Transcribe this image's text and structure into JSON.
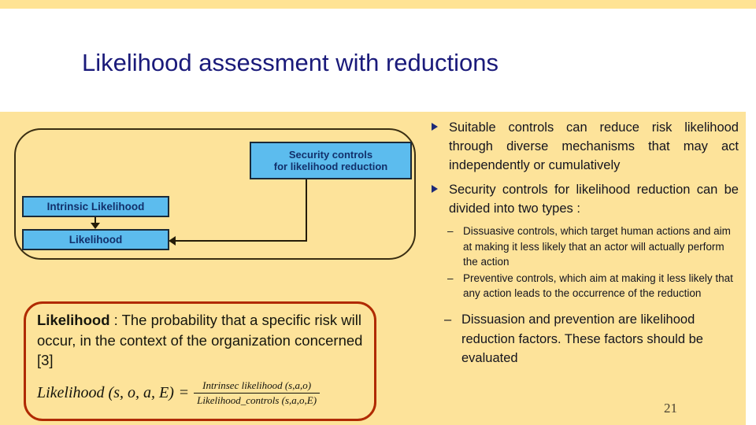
{
  "slide": {
    "title": "Likelihood assessment with reductions",
    "page_number": "21"
  },
  "colors": {
    "band_yellow": "#ffe394",
    "body_yellow": "#fde39a",
    "title_navy": "#1a1a7a",
    "box_blue": "#5cbcee",
    "box_border": "#1b2a38",
    "frame_border": "#3a2e12",
    "definition_border": "#b02a00",
    "bullet_marker_navy": "#1d2a78"
  },
  "diagram": {
    "boxes": [
      {
        "id": "security",
        "line1": "Security controls",
        "line2": "for likelihood reduction"
      },
      {
        "id": "intrinsic",
        "label": "Intrinsic Likelihood"
      },
      {
        "id": "likelihood",
        "label": "Likelihood"
      }
    ]
  },
  "definition": {
    "term": "Likelihood",
    "separator": " : ",
    "text": "The probability that a specific risk will occur, in the context of the organization concerned [3]",
    "formula": {
      "lhs": "Likelihood (s, o, a, E)",
      "equals": "=",
      "numerator": "Intrinsec likelihood (s,a,o)",
      "denominator": "Likelihood_controls (s,a,o,E)"
    }
  },
  "bullets": {
    "level1": [
      "Suitable controls can reduce risk likelihood through diverse mechanisms that may act independently or cumulatively",
      "Security controls for likelihood reduction can be divided into two types :"
    ],
    "level2": [
      "Dissuasive controls, which target human actions and aim at making it less likely that an actor will actually perform the action",
      "Preventive controls, which aim at making it less likely that any action leads to the occurrence of the reduction"
    ],
    "level2_emphasis": [
      "Dissuasion and prevention are likelihood reduction factors. These factors should be evaluated"
    ],
    "dash": "–"
  }
}
